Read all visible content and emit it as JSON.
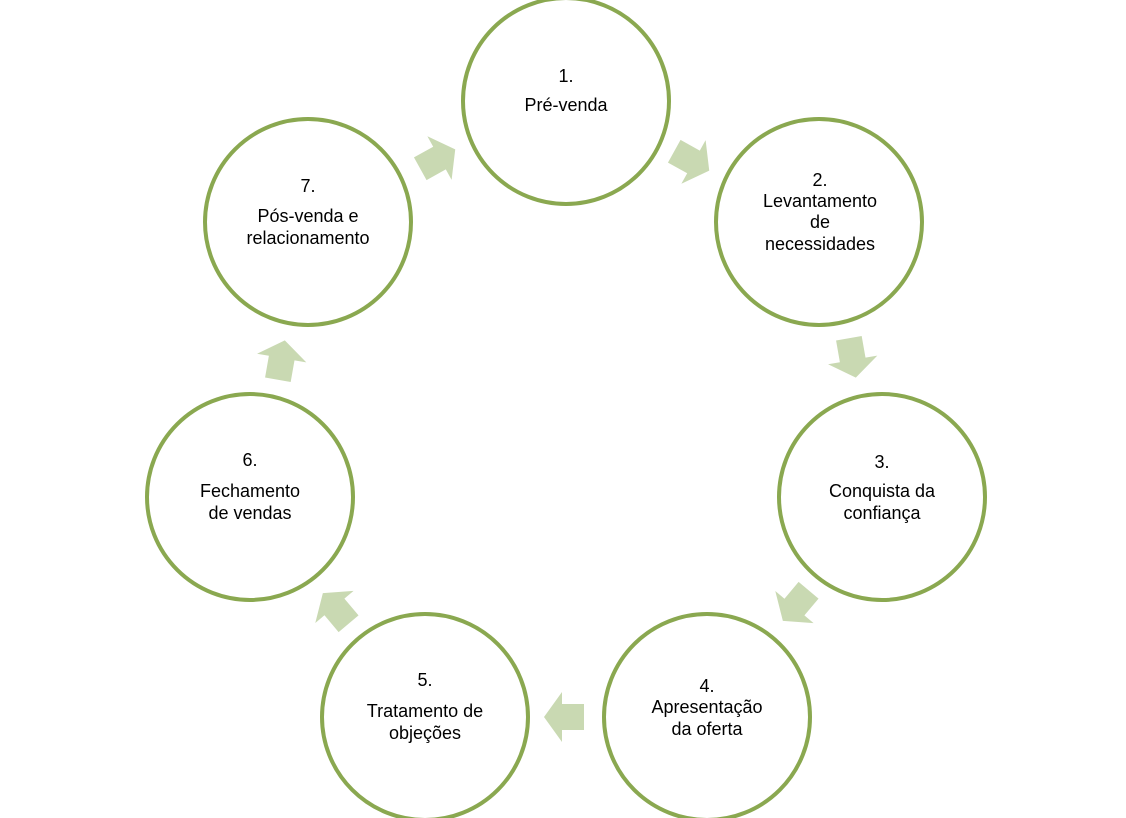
{
  "diagram": {
    "type": "cycle",
    "colors": {
      "circle_stroke": "#8aa850",
      "circle_fill": "#ffffff",
      "arrow_fill": "#c9d9b2",
      "text": "#000000"
    },
    "stages": [
      {
        "number": "1.",
        "lines": [
          "Pré-venda"
        ]
      },
      {
        "number": "2.",
        "lines": [
          "Levantamento",
          "de",
          "necessidades"
        ]
      },
      {
        "number": "3.",
        "lines": [
          "Conquista da",
          "confiança"
        ]
      },
      {
        "number": "4.",
        "lines": [
          "Apresentação",
          "da oferta"
        ]
      },
      {
        "number": "5.",
        "lines": [
          "Tratamento de",
          "objeções"
        ]
      },
      {
        "number": "6.",
        "lines": [
          "Fechamento",
          "de vendas"
        ]
      },
      {
        "number": "7.",
        "lines": [
          "Pós-venda e",
          "relacionamento"
        ]
      }
    ]
  }
}
